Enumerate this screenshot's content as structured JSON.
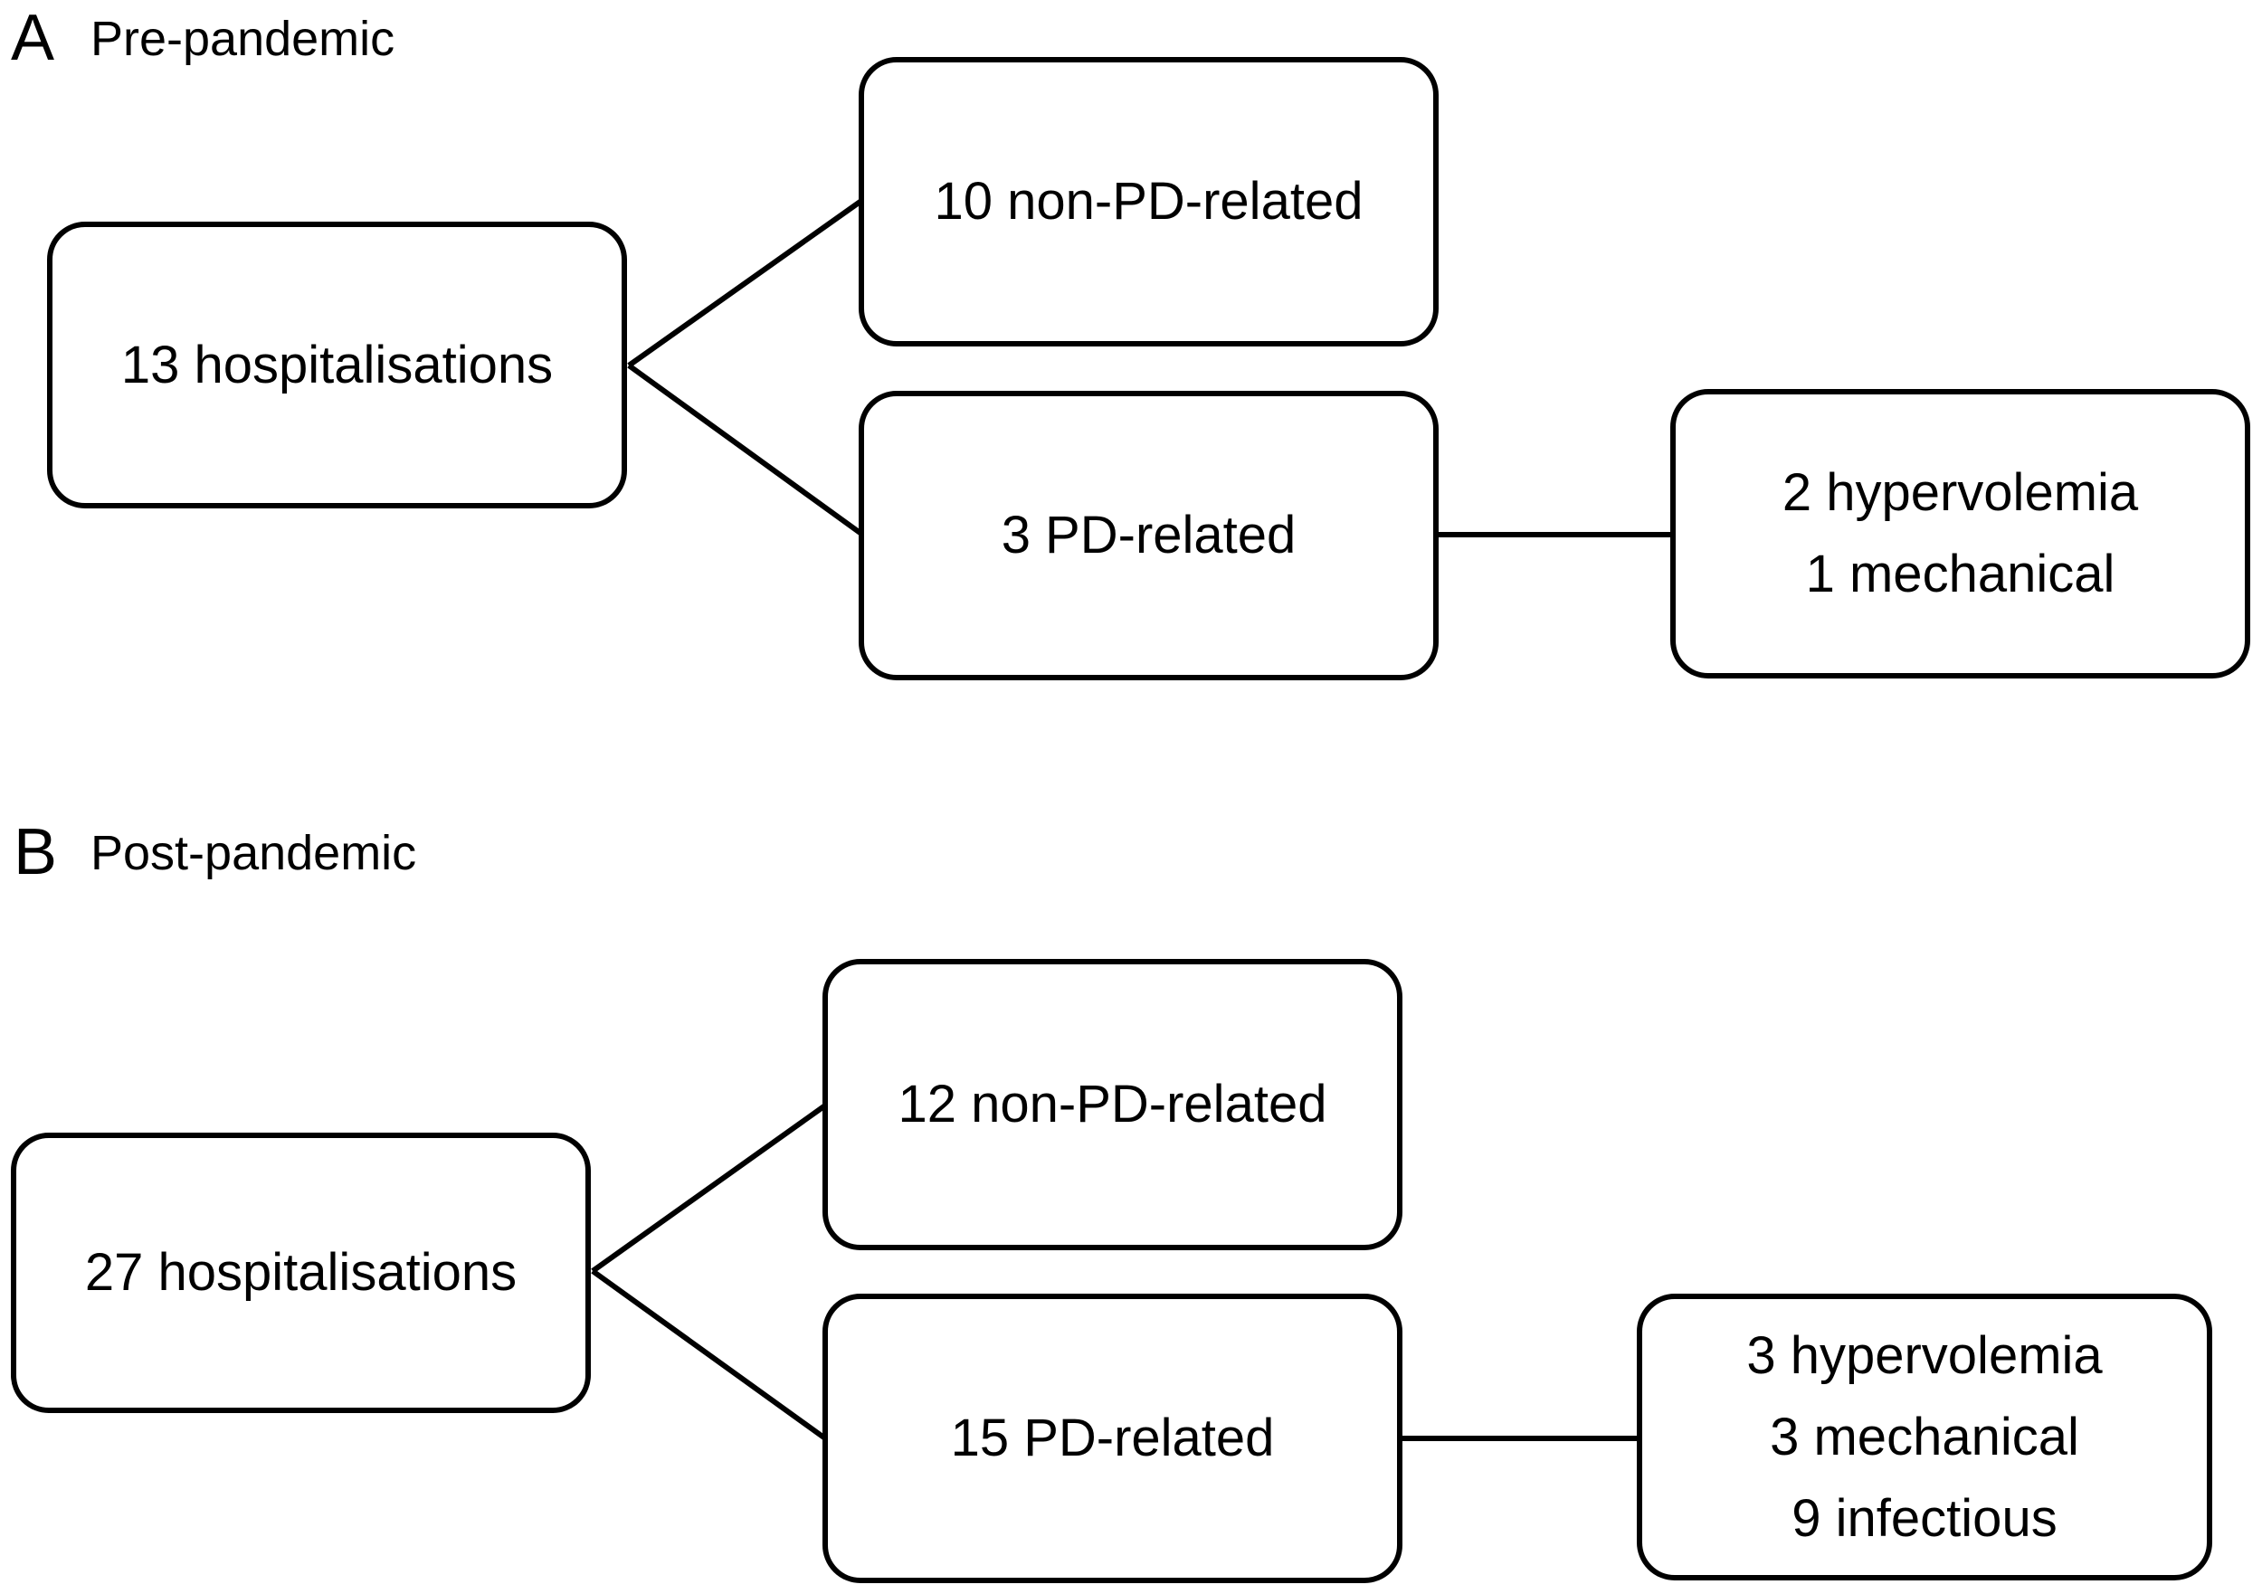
{
  "figure": {
    "background_color": "#ffffff",
    "stroke_color": "#000000",
    "panels": [
      {
        "label": "A",
        "title": "Pre-pandemic",
        "root_box": "13 hospitalisations",
        "non_pd_box": "10 non-PD-related",
        "pd_box": "3 PD-related",
        "pd_breakdown": [
          "2 hypervolemia",
          "1 mechanical"
        ]
      },
      {
        "label": "B",
        "title": "Post-pandemic",
        "root_box": "27 hospitalisations",
        "non_pd_box": "12 non-PD-related",
        "pd_box": "15 PD-related",
        "pd_breakdown": [
          "3 hypervolemia",
          "3 mechanical",
          "9 infectious"
        ]
      }
    ]
  }
}
